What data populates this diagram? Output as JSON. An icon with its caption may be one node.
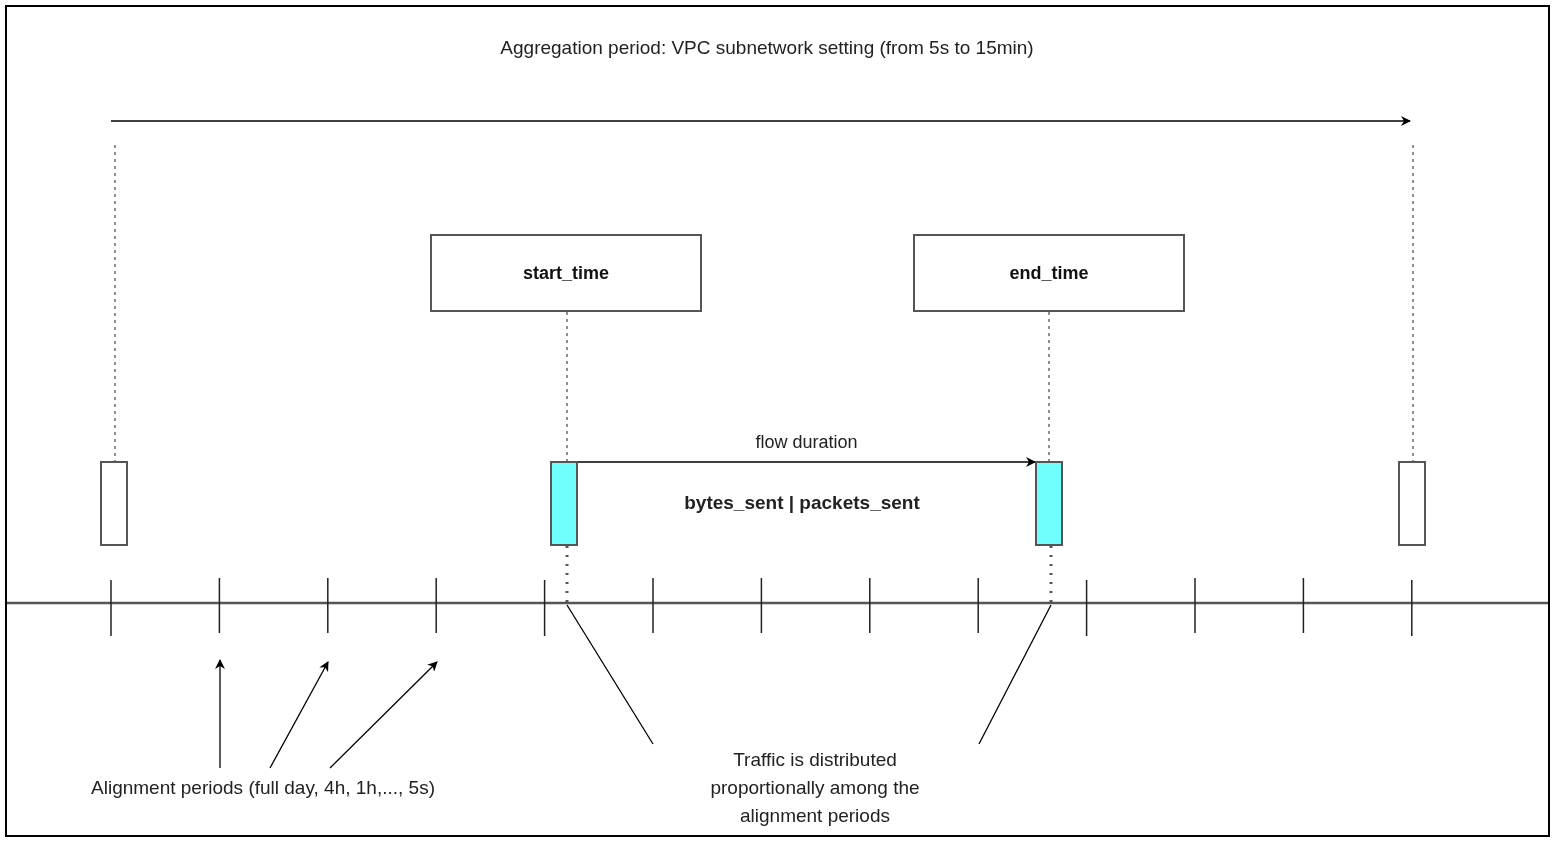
{
  "diagram": {
    "nodes": [
      {
        "text": [
          "start_time"
        ]
      },
      {
        "text": [
          "end_time"
        ]
      },
      {
        "text": [],
        "shape": "bar"
      },
      {
        "text": [],
        "shape": "bar"
      },
      {
        "text": [],
        "shape": "bar"
      },
      {
        "text": [],
        "shape": "bar"
      },
      {
        "text": [
          "Alignment periods (full day, 4h, 1h,..., 5s)"
        ]
      },
      {
        "text": [
          "Traffic is distributed proportionally among the alignment periods"
        ]
      },
      {
        "text": [],
        "shape": "line"
      }
    ],
    "edges": [
      {
        "from": 0,
        "to": 3,
        "arrow": "none",
        "style": "dashed"
      },
      {
        "from": 1,
        "to": 4,
        "arrow": "none",
        "style": "dashed"
      },
      {
        "from": null,
        "to": 2,
        "arrow": "none",
        "style": "dashed"
      },
      {
        "from": null,
        "to": 5,
        "arrow": "none",
        "style": "dashed"
      },
      {
        "from": 3,
        "to": 4,
        "arrow": "to",
        "label": "flow duration"
      },
      {
        "from": 3,
        "to": 8,
        "arrow": "none",
        "style": "dashed"
      },
      {
        "from": 4,
        "to": 8,
        "arrow": "none",
        "style": "dashed"
      },
      {
        "from": 6,
        "to": 8,
        "arrow": "to"
      },
      {
        "from": 6,
        "to": 8,
        "arrow": "to"
      },
      {
        "from": 6,
        "to": 8,
        "arrow": "to"
      },
      {
        "from": 7,
        "to": 8,
        "arrow": "none"
      },
      {
        "from": 7,
        "to": 8,
        "arrow": "none"
      }
    ],
    "labels": [
      "Aggregation period: VPC subnetwork setting (from 5s to 15min)",
      "bytes_sent | packets_sent"
    ]
  }
}
